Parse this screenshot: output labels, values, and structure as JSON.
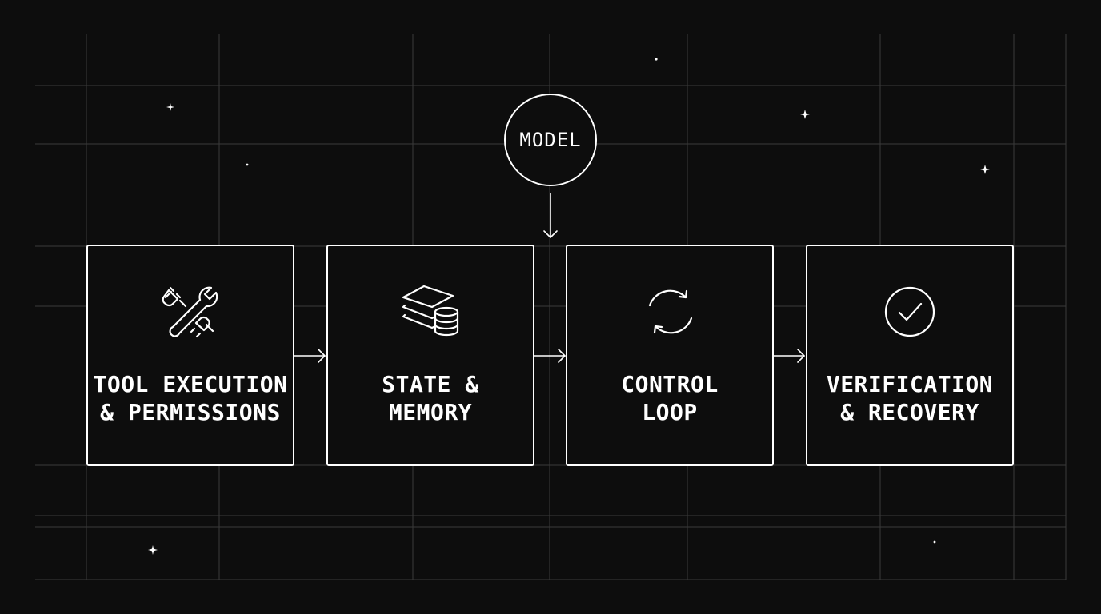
{
  "model": {
    "label": "MODEL"
  },
  "stages": [
    {
      "icon": "wrench-plug-icon",
      "line1": "TOOL EXECUTION",
      "line2": "& PERMISSIONS"
    },
    {
      "icon": "layers-database-icon",
      "line1": "STATE &",
      "line2": "MEMORY"
    },
    {
      "icon": "refresh-cycle-icon",
      "line1": "CONTROL",
      "line2": "LOOP"
    },
    {
      "icon": "check-circle-icon",
      "line1": "VERIFICATION",
      "line2": "& RECOVERY"
    }
  ],
  "colors": {
    "background": "#0d0d0d",
    "grid": "#3a3a3a",
    "stroke": "#ffffff",
    "text": "#ffffff"
  }
}
